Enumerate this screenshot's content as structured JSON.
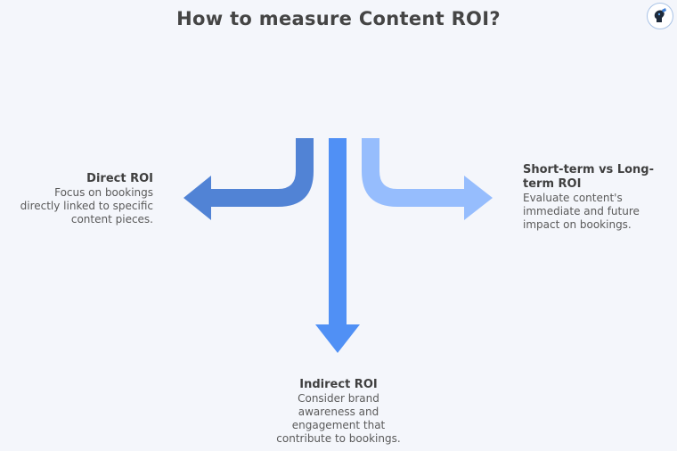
{
  "header": {
    "title": "How to measure Content ROI?"
  },
  "logo": {
    "icon": "brain-head-icon"
  },
  "colors": {
    "background": "#f4f6fb",
    "arrow_left": "#5183d5",
    "arrow_center": "#5090f5",
    "arrow_right": "#96bdfd"
  },
  "branches": {
    "left": {
      "title": "Direct ROI",
      "description_lines": [
        "Focus on bookings",
        "directly linked to specific",
        "content pieces."
      ]
    },
    "right": {
      "title_lines": [
        "Short-term vs Long-",
        "term ROI"
      ],
      "description_lines": [
        "Evaluate content's",
        "immediate and future",
        "impact on bookings."
      ]
    },
    "bottom": {
      "title": "Indirect ROI",
      "description_lines": [
        "Consider brand",
        "awareness and",
        "engagement that",
        "contribute to bookings."
      ]
    }
  }
}
